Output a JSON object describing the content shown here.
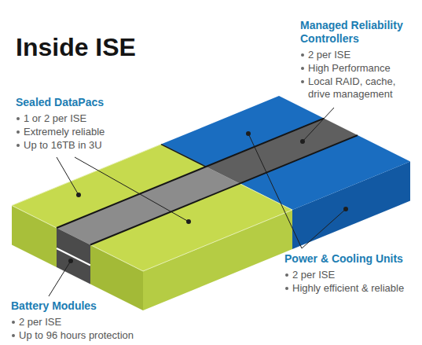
{
  "diagram": {
    "title": "Inside ISE",
    "labels": [
      "Managed Reliability Controllers",
      "2 per ISE",
      "High Performance",
      "Local RAID, cache, drive management",
      "Sealed DataPacs",
      "1 or 2 per ISE",
      "Extremely reliable",
      "Up to 16TB in 3U",
      "Power & Cooling Units",
      "2 per ISE",
      "Highly efficient & reliable",
      "Battery Modules",
      "2 per ISE",
      "Up to 96 hours protection"
    ]
  }
}
